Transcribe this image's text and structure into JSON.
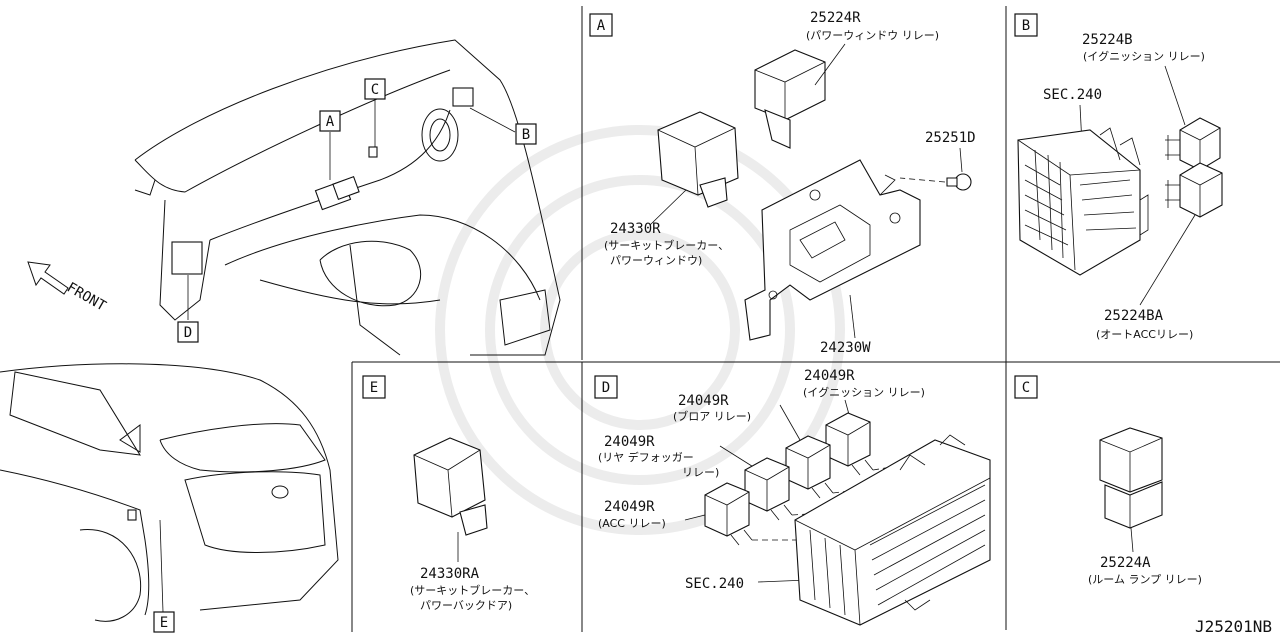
{
  "diagram_code": "J25201NB",
  "front_label": "FRONT",
  "section_tags": [
    "A",
    "B",
    "C",
    "D",
    "E"
  ],
  "panels": {
    "A": {
      "tag": "A",
      "parts": [
        {
          "number": "25224R",
          "desc": "(パワーウィンドウ リレー)"
        },
        {
          "number": "24330R",
          "desc": "(サーキットブレーカー、",
          "desc2": "パワーウィンドウ)"
        },
        {
          "number": "25251D",
          "desc": ""
        },
        {
          "number": "24230W",
          "desc": ""
        }
      ]
    },
    "B": {
      "tag": "B",
      "parts": [
        {
          "number": "25224B",
          "desc": "(イグニッション リレー)"
        },
        {
          "number": "SEC.240",
          "desc": ""
        },
        {
          "number": "25224BA",
          "desc": "(オートACCリレー)"
        }
      ]
    },
    "C": {
      "tag": "C",
      "parts": [
        {
          "number": "25224A",
          "desc": "(ルーム ランプ リレー)"
        }
      ]
    },
    "D": {
      "tag": "D",
      "parts": [
        {
          "number": "24049R",
          "desc": "(イグニッション リレー)"
        },
        {
          "number": "24049R",
          "desc": "(ブロア リレー)"
        },
        {
          "number": "24049R",
          "desc": "(リヤ デフォッガー",
          "desc2": "リレー)"
        },
        {
          "number": "24049R",
          "desc": "(ACC リレー)"
        },
        {
          "number": "SEC.240",
          "desc": ""
        }
      ]
    },
    "E": {
      "tag": "E",
      "parts": [
        {
          "number": "24330RA",
          "desc": "(サーキットブレーカー、",
          "desc2": "パワーバックドア)"
        }
      ]
    }
  }
}
